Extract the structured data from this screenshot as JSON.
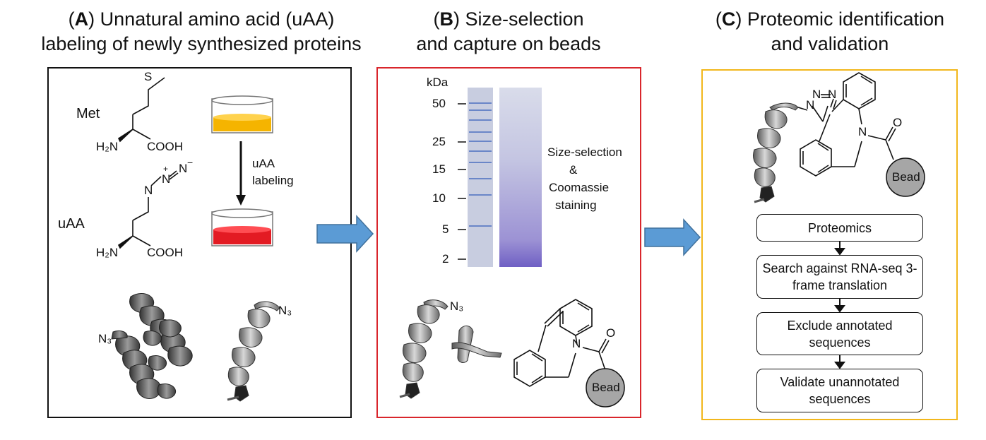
{
  "panel_a": {
    "title_letter": "A",
    "title_line1_rest": ") Unnatural amino acid (uAA)",
    "title_line2": "labeling of newly synthesized proteins",
    "met_label": "Met",
    "uaa_label": "uAA",
    "arrow_label_line1": "uAA",
    "arrow_label_line2": "labeling",
    "met_h2n": "H₂N",
    "met_cooh": "COOH",
    "met_s": "S",
    "uaa_h2n": "H₂N",
    "uaa_cooh": "COOH",
    "azide_n": "N",
    "n3_left": "N₃",
    "n3_right": "N₃"
  },
  "panel_b": {
    "title_letter": "B",
    "title_line1_rest": ") Size-selection",
    "title_line2": "and capture on beads",
    "kda_label": "kDa",
    "ladder": [
      "50",
      "25",
      "15",
      "10",
      "5",
      "2"
    ],
    "gel_caption_1": "Size-selection",
    "gel_caption_2": "&",
    "gel_caption_3": "Coomassie",
    "gel_caption_4": "staining",
    "n3": "N₃",
    "n_atom": "N",
    "o_atom": "O",
    "bead": "Bead"
  },
  "panel_c": {
    "title_letter": "C",
    "title_line1_rest": ") Proteomic identification",
    "title_line2": "and validation",
    "n_atoms": [
      "N",
      "N",
      "N"
    ],
    "n_amide": "N",
    "o_atom": "O",
    "bead": "Bead",
    "steps": [
      "Proteomics",
      "Search against RNA-seq 3-frame translation",
      "Exclude annotated sequences",
      "Validate unannotated sequences"
    ]
  },
  "colors": {
    "panel_a_border": "#111111",
    "panel_b_border": "#d9262c",
    "panel_c_border": "#f2b71c",
    "flow_arrow": "#5b9bd5",
    "media_met": "#f5b400",
    "media_uaa": "#e31b23",
    "bead_fill": "#a6a6a6",
    "gel_lane": "#c8cde0",
    "gel_stain": "#7b6fc4"
  }
}
